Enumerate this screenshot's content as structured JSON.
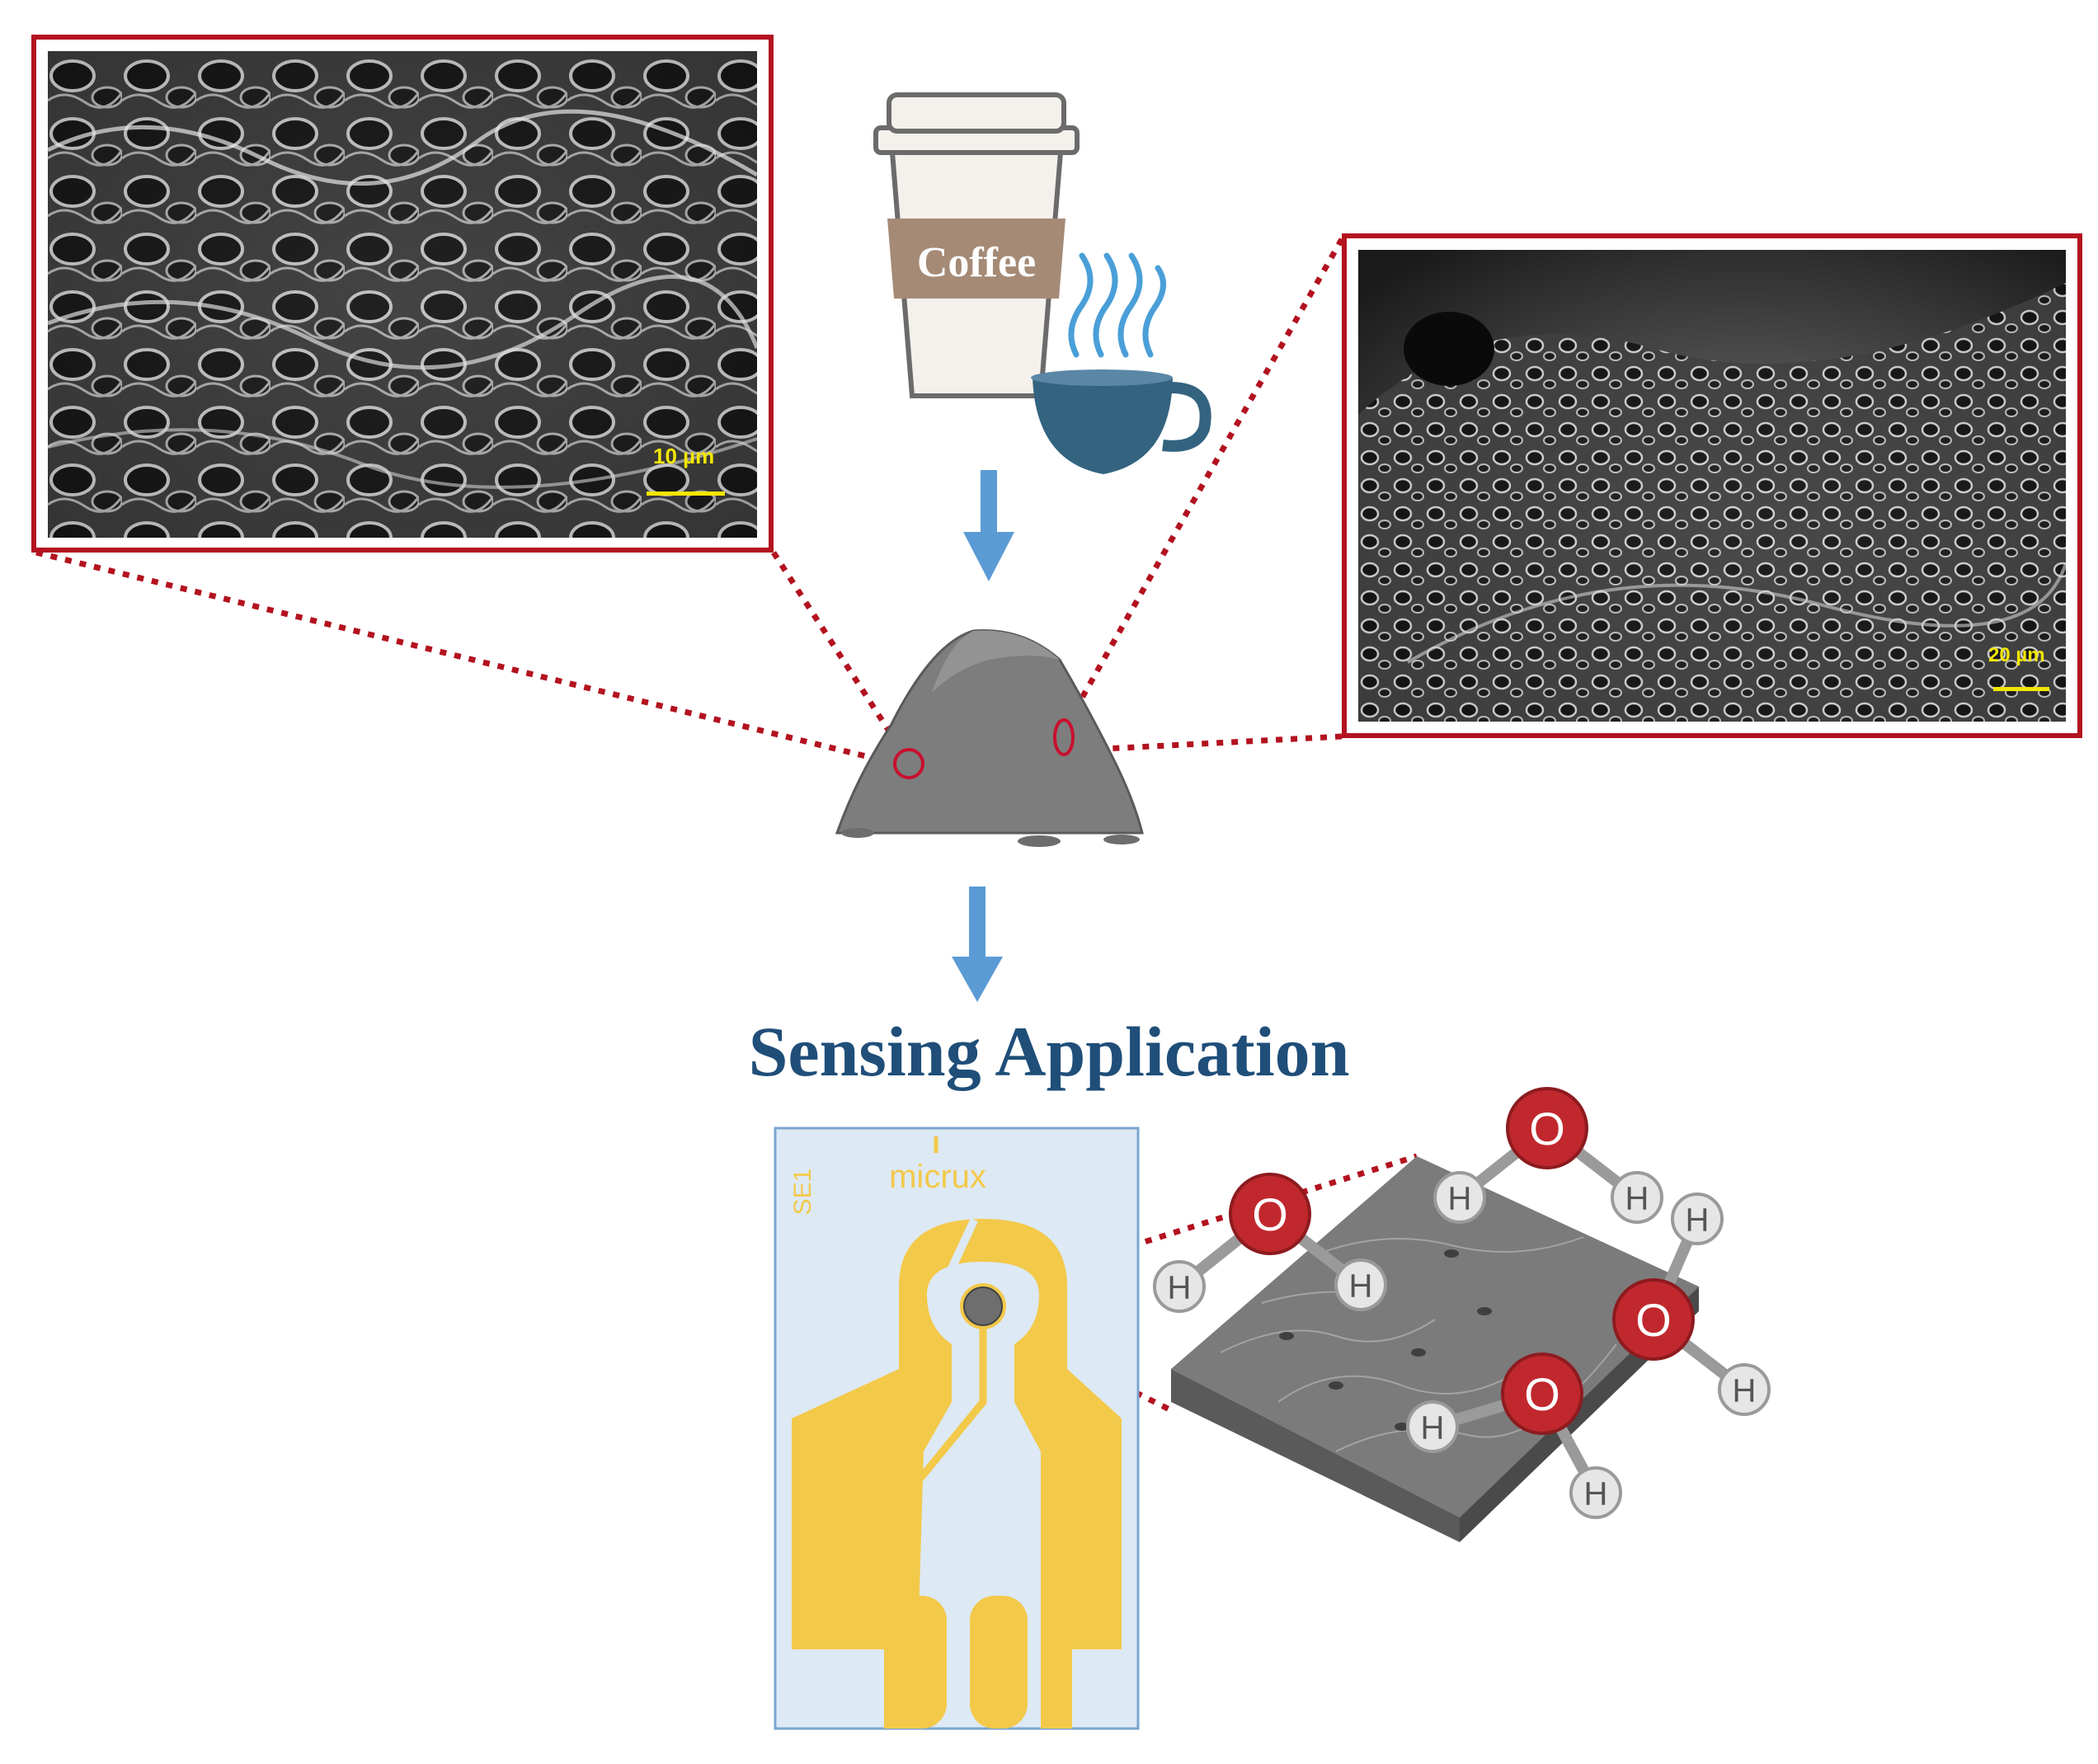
{
  "coffee_cup": {
    "label": "Coffee"
  },
  "sem_left": {
    "scale_label": "10 µm"
  },
  "sem_right": {
    "scale_label": "20 µm"
  },
  "section_title": "Sensing Application",
  "electrode": {
    "brand": "micrux",
    "code": "SE1"
  },
  "molecules": [
    {
      "oxygen": "O",
      "h1": "H",
      "h2": "H"
    },
    {
      "oxygen": "O",
      "h1": "H",
      "h2": "H"
    },
    {
      "oxygen": "O",
      "h1": "H",
      "h2": "H"
    },
    {
      "oxygen": "O",
      "h1": "H",
      "h2": "H"
    }
  ],
  "colors": {
    "frame_red": "#b3121f",
    "arrow_blue": "#5b9bd5",
    "title_blue": "#1f4e79",
    "electrode_bg": "#dde9f4",
    "electrode_gold": "#f3c94a",
    "oxygen_red": "#c0282e",
    "hydrogen_grey": "#e6e6e6"
  }
}
